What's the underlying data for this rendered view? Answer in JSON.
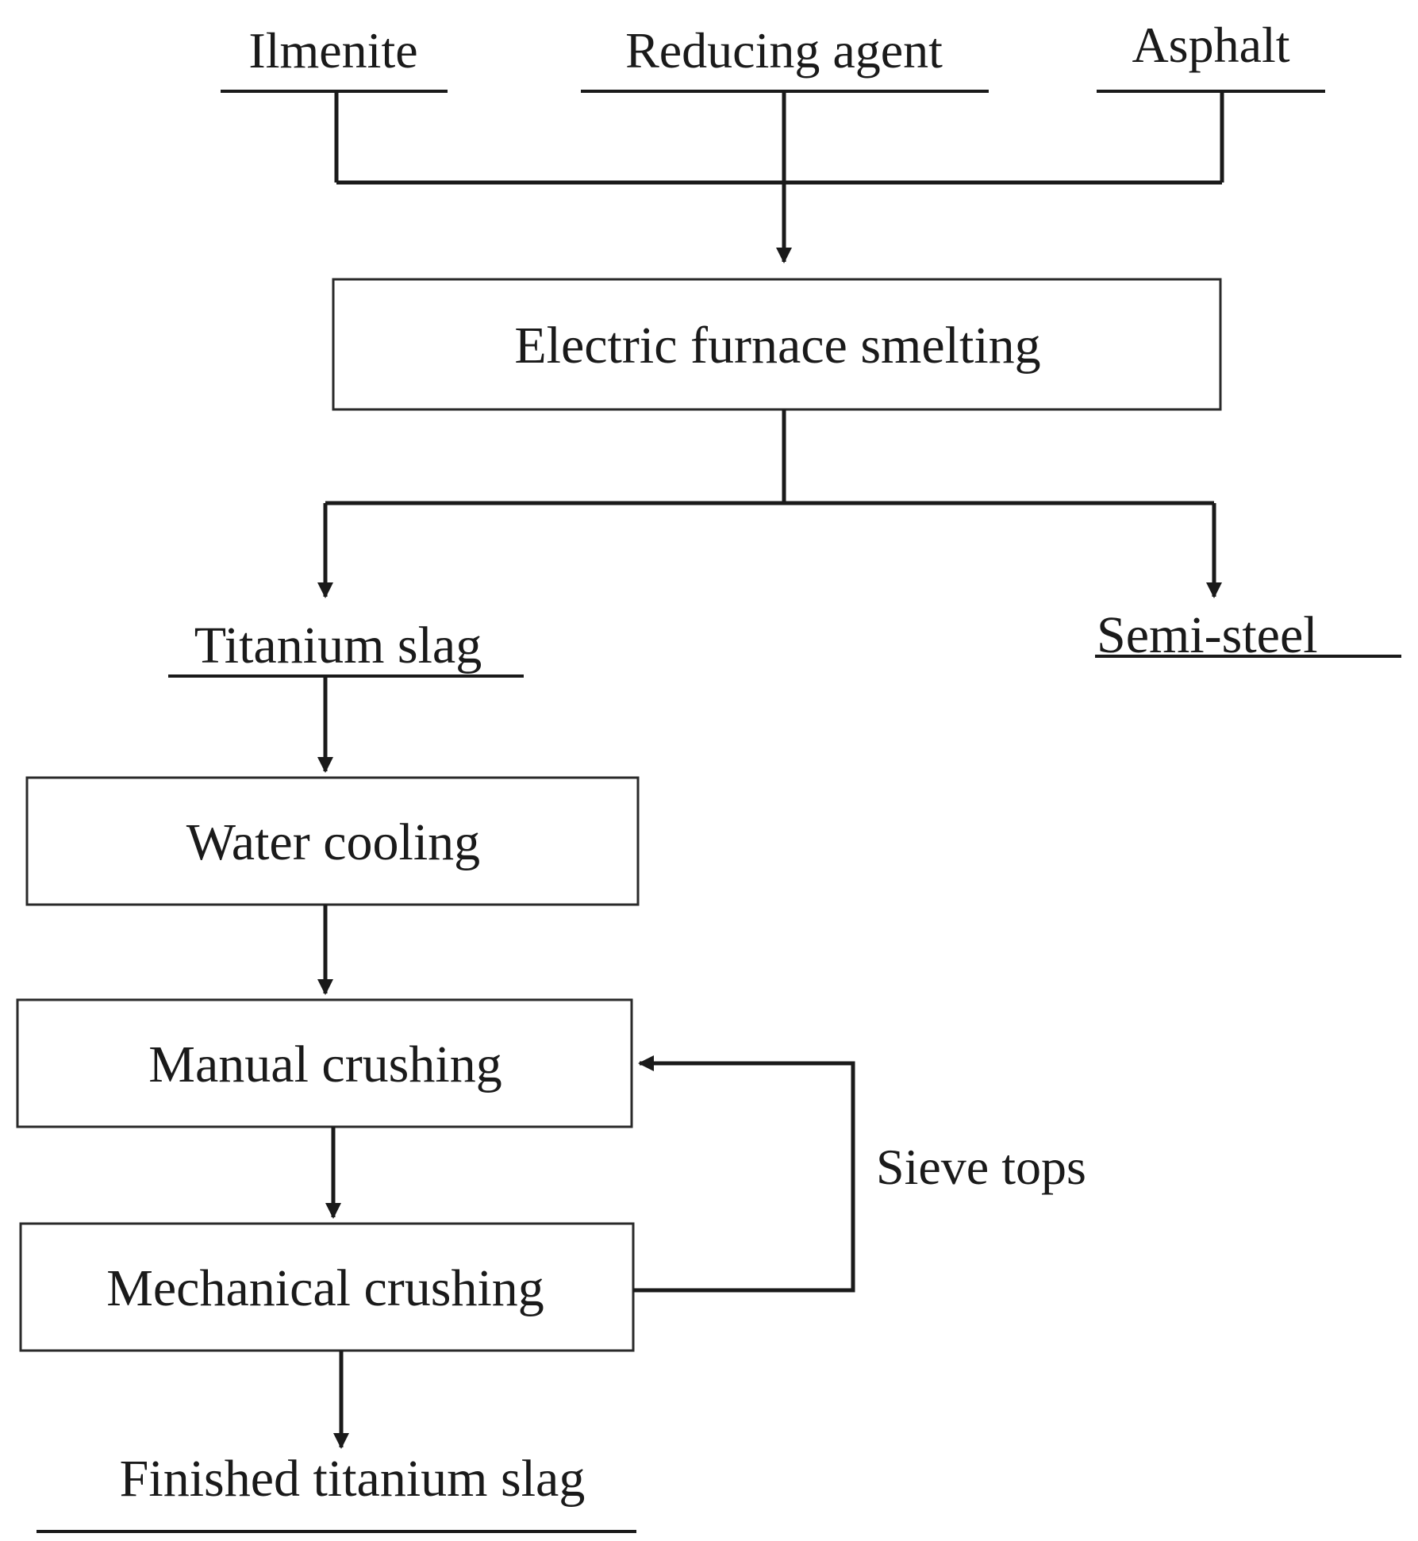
{
  "inputs": {
    "ilmenite": "Ilmenite",
    "reducing_agent": "Reducing agent",
    "asphalt": "Asphalt"
  },
  "steps": {
    "electric_furnace": "Electric furnace smelting",
    "water_cooling": "Water cooling",
    "manual_crushing": "Manual crushing",
    "mechanical_crushing": "Mechanical crushing"
  },
  "products": {
    "titanium_slag": "Titanium slag",
    "semi_steel": "Semi-steel",
    "finished": "Finished titanium slag"
  },
  "loop_label": "Sieve tops"
}
